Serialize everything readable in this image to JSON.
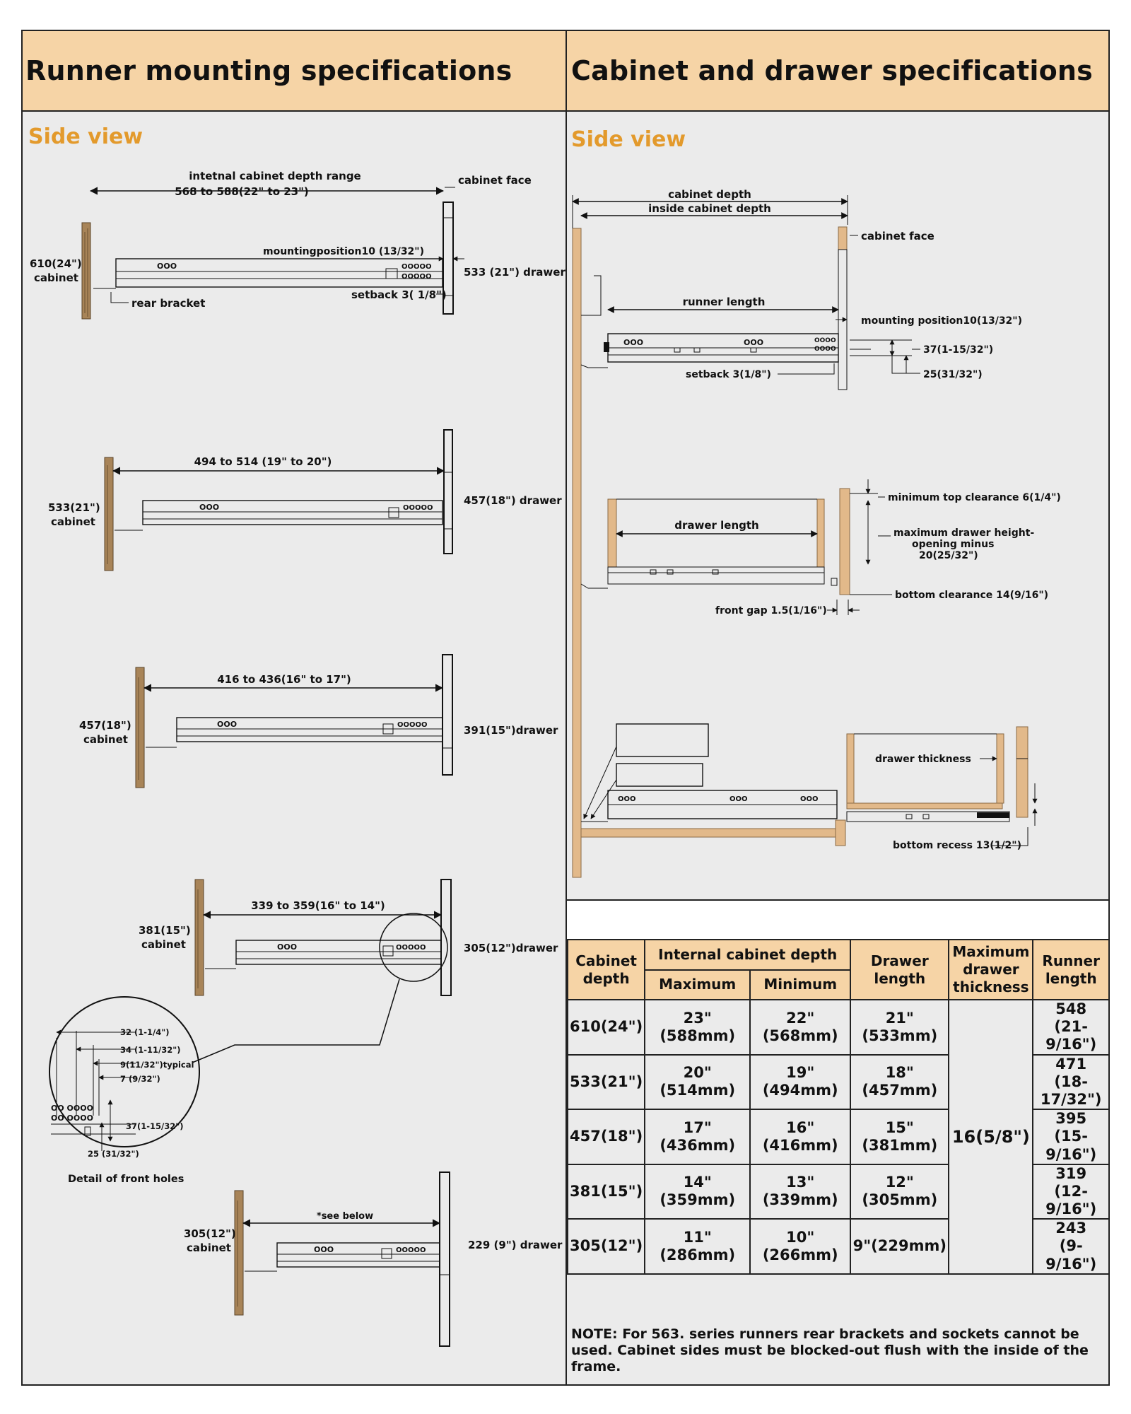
{
  "headers": {
    "left_title": "Runner mounting specifications",
    "right_title": "Cabinet and drawer specifications",
    "left_subtitle": "Side view",
    "right_subtitle": "Side view"
  },
  "left_diagrams": {
    "d1": {
      "range_title": "intetnal cabinet depth range",
      "range_value": "568 to 588(22\" to 23\")",
      "mounting": "mountingposition10 (13/32\")",
      "cabinet_face": "cabinet face",
      "cabinet_l1": "610(24\")",
      "cabinet_l2": "cabinet",
      "rear_bracket": "rear bracket",
      "setback": "setback 3( 1/8\")",
      "drawer": "533 (21\") drawer"
    },
    "d2": {
      "range": "494 to 514 (19\" to 20\")",
      "cabinet_l1": "533(21\")",
      "cabinet_l2": "cabinet",
      "drawer": "457(18\") drawer"
    },
    "d3": {
      "range": "416 to 436(16\" to 17\")",
      "cabinet_l1": "457(18\")",
      "cabinet_l2": "cabinet",
      "drawer": "391(15\")drawer"
    },
    "d4": {
      "range": "339 to 359(16\" to 14\")",
      "cabinet_l1": "381(15\")",
      "cabinet_l2": "cabinet",
      "drawer": "305(12\")drawer"
    },
    "detail": {
      "d1": "32 (1-1/4\")",
      "d2": "34 (1-11/32\")",
      "d3": "9(11/32\")typical",
      "d4": "7 (9/32\")",
      "d5": "37(1-15/32\")",
      "d6": "25 (31/32\")",
      "caption": "Detail of front holes"
    },
    "d5": {
      "range": "*see below",
      "cabinet_l1": "305(12\")",
      "cabinet_l2": "cabinet",
      "drawer": "229 (9\") drawer"
    }
  },
  "right_diagrams": {
    "top": {
      "cabinet_depth": "cabinet depth",
      "inside_depth": "inside cabinet depth",
      "cabinet_face": "cabinet face",
      "runner_length": "runner length",
      "mounting": "mounting position10(13/32\")",
      "dim37": "37(1-15/32\")",
      "dim25": "25(31/32\")",
      "setback": "setback 3(1/8\")"
    },
    "mid": {
      "top_clearance": "minimum top clearance 6(1/4\")",
      "drawer_length": "drawer length",
      "max_height_1": "maximum drawer height-",
      "max_height_2": "opening minus",
      "max_height_3": "20(25/32\")",
      "bottom_clearance": "bottom clearance 14(9/16\")",
      "front_gap": "front gap 1.5(1/16\")"
    },
    "bottom": {
      "drawer_thickness": "drawer thickness",
      "bottom_recess": "bottom recess 13(1/2\")"
    }
  },
  "table": {
    "h_cabinet_depth": "Cabinet depth",
    "h_internal": "Internal cabinet depth",
    "h_max": "Maximum",
    "h_min": "Minimum",
    "h_drawer_length": "Drawer length",
    "h_max_thickness": "Maximum drawer thickness",
    "h_runner": "Runner length",
    "thickness_value": "16(5/8\")",
    "rows": [
      {
        "depth": "610(24\")",
        "max": "23\"(588mm)",
        "min": "22\"(568mm)",
        "drawer": "21\"(533mm)",
        "runner1": "548",
        "runner2": "(21-9/16\")"
      },
      {
        "depth": "533(21\")",
        "max": "20\"(514mm)",
        "min": "19\"(494mm)",
        "drawer": "18\"(457mm)",
        "runner1": "471",
        "runner2": "(18-17/32\")"
      },
      {
        "depth": "457(18\")",
        "max": "17\"(436mm)",
        "min": "16\"(416mm)",
        "drawer": "15\"(381mm)",
        "runner1": "395",
        "runner2": "(15-9/16\")"
      },
      {
        "depth": "381(15\")",
        "max": "14\"(359mm)",
        "min": "13\"(339mm)",
        "drawer": "12\"(305mm)",
        "runner1": "319",
        "runner2": "(12-9/16\")"
      },
      {
        "depth": "305(12\")",
        "max": "11\"(286mm)",
        "min": "10\"(266mm)",
        "drawer": "9\"(229mm)",
        "runner1": "243",
        "runner2": "(9-9/16\")"
      }
    ]
  },
  "note": "NOTE: For 563. series runners rear brackets and sockets cannot be used. Cabinet sides must be blocked-out flush with the inside of the frame.",
  "colors": {
    "header_bg": "#f6d4a6",
    "accent": "#e39a2c",
    "panel_bg": "#ebebeb",
    "wood": "#a88458",
    "wood_light": "#e2b98a"
  }
}
